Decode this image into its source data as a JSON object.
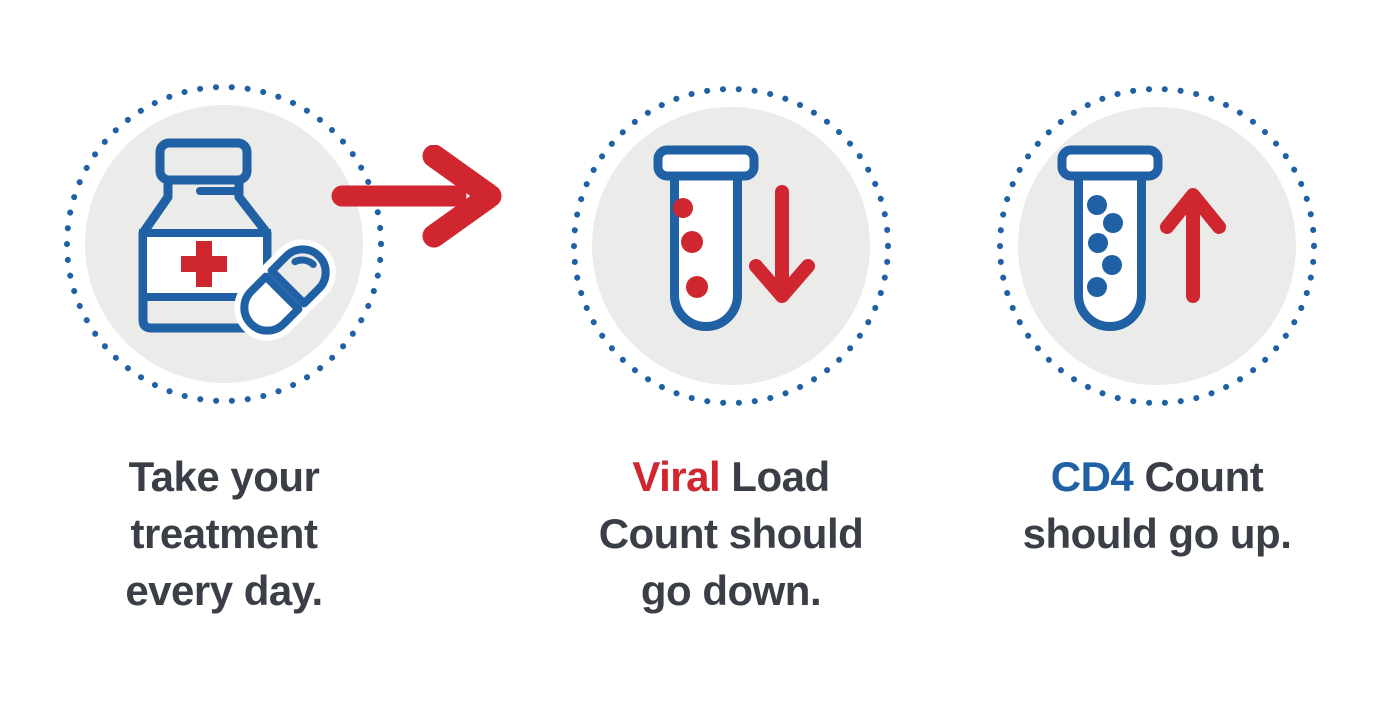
{
  "colors": {
    "blue": "#2060A5",
    "red": "#CF2630",
    "dark": "#3A3E46",
    "circle_fill": "#EBEBEA",
    "white": "#FFFFFF"
  },
  "steps": [
    {
      "name": "take-treatment",
      "icon": "pill-bottle-and-capsule",
      "caption": {
        "line1": "Take your",
        "line2": "treatment",
        "line3": "every day."
      }
    },
    {
      "name": "viral-load-down",
      "icon": "test-tube-with-red-dots-and-down-arrow",
      "dot_count": 3,
      "dot_color": "red",
      "caption": {
        "line1_accent": "Viral",
        "line1_rest": " Load",
        "line2": "Count should",
        "line3": "go down."
      }
    },
    {
      "name": "cd4-up",
      "icon": "test-tube-with-blue-dots-and-up-arrow",
      "dot_count": 5,
      "dot_color": "blue",
      "caption": {
        "line1_accent": "CD4",
        "line1_rest": " Count",
        "line2": "should go up."
      }
    }
  ],
  "connector": {
    "icon": "right-arrow"
  }
}
